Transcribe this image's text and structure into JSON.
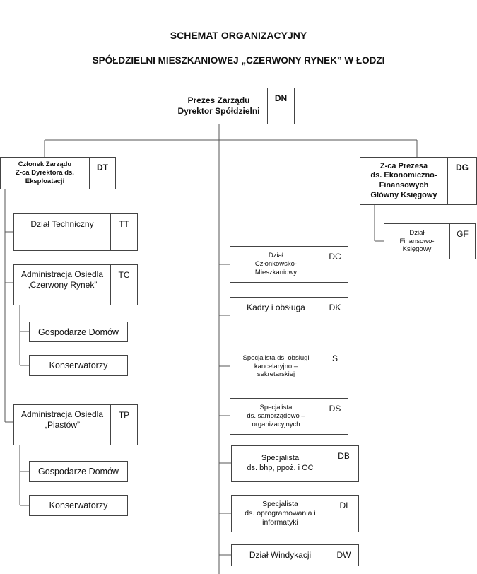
{
  "title_line1": "SCHEMAT ORGANIZACYJNY",
  "title_line2": "SPÓŁDZIELNI MIESZKANIOWEJ „CZERWONY RYNEK” W ŁODZI",
  "president": {
    "name": "Prezes Zarządu\nDyrektor Spółdzielni",
    "code": "DN"
  },
  "left_head": {
    "name": "Członek Zarządu\nZ-ca Dyrektora ds.\nEksploatacji",
    "code": "DT"
  },
  "right_head": {
    "name": "Z-ca Prezesa\nds. Ekonomiczno-\nFinansowych\nGłówny Księgowy",
    "code": "DG"
  },
  "right_sub": {
    "name": "Dział\nFinansowo-\nKsięgowy",
    "code": "GF"
  },
  "left_units": [
    {
      "name": "Dział Techniczny",
      "code": "TT"
    },
    {
      "name": "Administracja Osiedla\n„Czerwony Rynek”",
      "code": "TC"
    },
    {
      "name": "Administracja Osiedla\n„Piastów”",
      "code": "TP"
    }
  ],
  "left_sub_units": {
    "gospodarze": "Gospodarze Domów",
    "konserwatorzy": "Konserwatorzy"
  },
  "center_units": [
    {
      "name": "Dział\nCzłonkowsko-\nMieszkaniowy",
      "code": "DC"
    },
    {
      "name": "Kadry i obsługa",
      "code": "DK"
    },
    {
      "name": "Specjalista ds. obsługi\nkancelaryjno –\nsekretarskiej",
      "code": "S"
    },
    {
      "name": "Specjalista\nds. samorządowo –\norganizacyjnych",
      "code": "DS"
    },
    {
      "name": "Specjalista\nds. bhp, ppoż. i OC",
      "code": "DB"
    },
    {
      "name": "Specjalista\nds. oprogramowania i\ninformatyki",
      "code": "DI"
    },
    {
      "name": "Dział Windykacji",
      "code": "DW"
    }
  ]
}
